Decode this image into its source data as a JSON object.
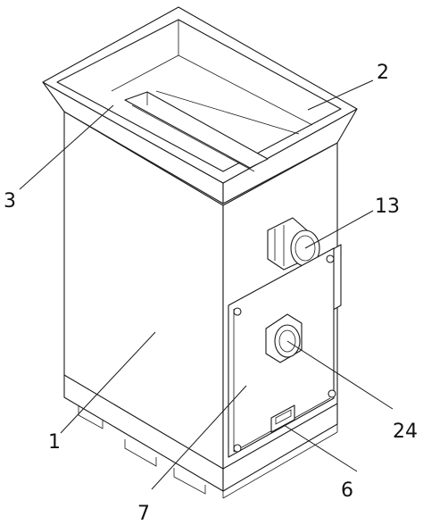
{
  "labels": {
    "housing": "1",
    "hopper": "2",
    "inner_plate": "3",
    "motor": "13",
    "door": "7",
    "knob": "24",
    "handle": "6"
  }
}
